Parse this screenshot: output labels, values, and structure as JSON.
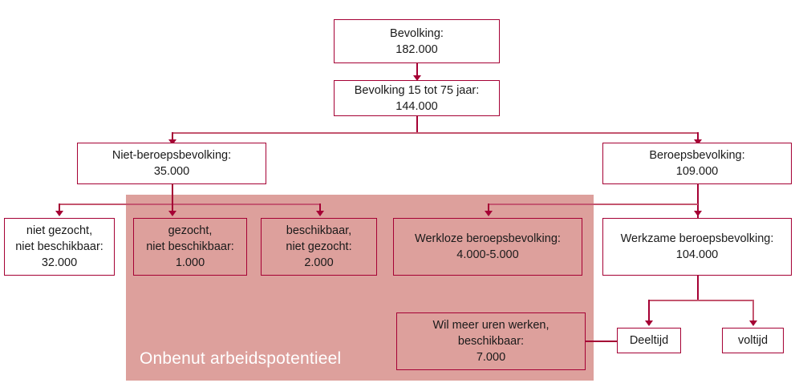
{
  "diagram": {
    "title_label": "Onbenut arbeidspotentieel",
    "colors": {
      "border": "#a50034",
      "highlight_fill": "#dda09c",
      "box_fill": "#ffffff",
      "text": "#1a1a1a",
      "label_text": "#ffffff"
    },
    "nodes": {
      "bevolking": {
        "line1": "Bevolking:",
        "line2": "182.000"
      },
      "bevolking_15_75": {
        "line1": "Bevolking 15 tot 75 jaar:",
        "line2": "144.000"
      },
      "niet_beroepsbevolking": {
        "line1": "Niet-beroepsbevolking:",
        "line2": "35.000"
      },
      "beroepsbevolking": {
        "line1": "Beroepsbevolking:",
        "line2": "109.000"
      },
      "niet_gezocht_niet_beschikbaar": {
        "line1": "niet gezocht,",
        "line2": "niet beschikbaar:",
        "line3": "32.000"
      },
      "gezocht_niet_beschikbaar": {
        "line1": "gezocht,",
        "line2": "niet beschikbaar:",
        "line3": "1.000"
      },
      "beschikbaar_niet_gezocht": {
        "line1": "beschikbaar,",
        "line2": "niet gezocht:",
        "line3": "2.000"
      },
      "werkloze_beroepsbevolking": {
        "line1": "Werkloze beroepsbevolking:",
        "line2": "4.000-5.000"
      },
      "werkzame_beroepsbevolking": {
        "line1": "Werkzame beroepsbevolking:",
        "line2": "104.000"
      },
      "wil_meer_uren_werken": {
        "line1": "Wil meer uren werken,",
        "line2": "beschikbaar:",
        "line3": "7.000"
      },
      "deeltijd": {
        "line1": "Deeltijd"
      },
      "voltijd": {
        "line1": "voltijd"
      }
    }
  }
}
